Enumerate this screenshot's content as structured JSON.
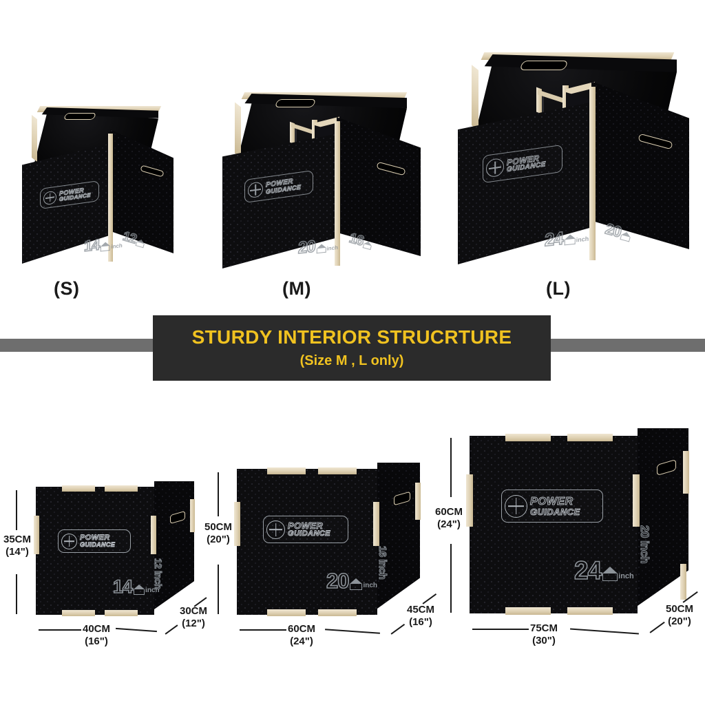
{
  "brand": {
    "name": "POWER GUIDANCE",
    "word_top": "POWER",
    "word_bottom": "GUIDANCE",
    "emblem_icon": "cross-wheel-emblem-icon"
  },
  "colors": {
    "banner_bg": "#2b2b2b",
    "banner_text": "#f0c220",
    "gray_bar": "#6e6e6e",
    "box_black": "#0d0d0f",
    "wood_trim": "#ded0b2",
    "page_bg": "#ffffff",
    "dimension_text": "#1a1a1a"
  },
  "banner": {
    "title": "STURDY INTERIOR STRUCRTURE",
    "subtitle": "(Size M , L only)"
  },
  "top_row": {
    "caption_note": "open plyo boxes viewed from above showing interior",
    "boxes": [
      {
        "size_label": "(S)",
        "inch_front": "14",
        "inch_side": "12",
        "inch_unit": "inch",
        "has_interior_bracing": false
      },
      {
        "size_label": "(M)",
        "inch_front": "20",
        "inch_side": "16",
        "inch_unit": "inch",
        "has_interior_bracing": true
      },
      {
        "size_label": "(L)",
        "inch_front": "24",
        "inch_side": "20",
        "inch_unit": "inch",
        "has_interior_bracing": true
      }
    ]
  },
  "bottom_row": {
    "caption_note": "closed plyo boxes with dimension callouts",
    "boxes": [
      {
        "inch_front": "14",
        "inch_unit": "inch",
        "side_mark": "12 inch",
        "height": {
          "cm": "35CM",
          "in": "(14\")"
        },
        "width": {
          "cm": "40CM",
          "in": "(16\")"
        },
        "depth": {
          "cm": "30CM",
          "in": "(12\")"
        }
      },
      {
        "inch_front": "20",
        "inch_unit": "inch",
        "side_mark": "16 inch",
        "height": {
          "cm": "50CM",
          "in": "(20\")"
        },
        "width": {
          "cm": "60CM",
          "in": "(24\")"
        },
        "depth": {
          "cm": "45CM",
          "in": "(16\")"
        }
      },
      {
        "inch_front": "24",
        "inch_unit": "inch",
        "side_mark": "20 inch",
        "height": {
          "cm": "60CM",
          "in": "(24\")"
        },
        "width": {
          "cm": "75CM",
          "in": "(30\")"
        },
        "depth": {
          "cm": "50CM",
          "in": "(20\")"
        }
      }
    ]
  }
}
